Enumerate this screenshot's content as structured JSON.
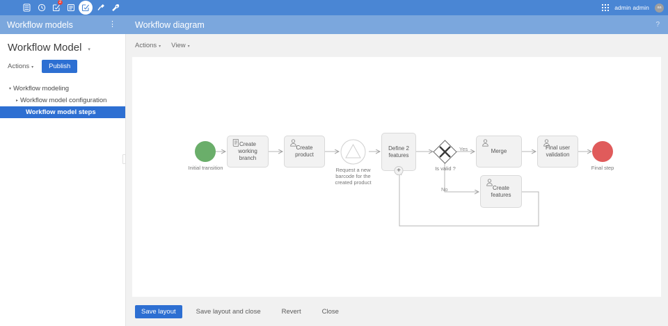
{
  "app_bar": {
    "icons": [
      {
        "name": "database-icon",
        "badge": null
      },
      {
        "name": "clock-icon",
        "badge": null
      },
      {
        "name": "checkbox-edit-icon",
        "badge": "2"
      },
      {
        "name": "document-lines-icon",
        "badge": null
      },
      {
        "name": "checkbox-circle-active-icon",
        "badge": null
      },
      {
        "name": "plug-icon",
        "badge": null
      },
      {
        "name": "wrench-icon",
        "badge": null
      }
    ],
    "grid_icon": "apps-grid-icon",
    "user_name": "admin admin",
    "avatar_initials": "aa"
  },
  "left_header": {
    "title": "Workflow models",
    "kebab": "⋮"
  },
  "right_header": {
    "title": "Workflow diagram",
    "help": "?"
  },
  "left_panel": {
    "model_title": "Workflow Model",
    "title_caret": "▾",
    "actions_label": "Actions",
    "actions_caret": "▾",
    "publish_label": "Publish",
    "tree": [
      {
        "label": "Workflow modeling",
        "level": 1,
        "twisty": "▾",
        "selected": false
      },
      {
        "label": "Workflow model configuration",
        "level": 2,
        "twisty": "▸",
        "selected": false
      },
      {
        "label": "Workflow model steps",
        "level": 3,
        "twisty": "",
        "selected": true
      }
    ]
  },
  "diagram_toolbar": {
    "actions_label": "Actions",
    "actions_caret": "▾",
    "view_label": "View",
    "view_caret": "▾"
  },
  "footer": {
    "save_layout": "Save layout",
    "save_layout_and_close": "Save layout and close",
    "revert": "Revert",
    "close": "Close"
  },
  "diagram": {
    "start_event": {
      "label": "Initial transition",
      "color": "#6aae6a"
    },
    "end_event": {
      "label": "Final step",
      "color": "#e05b5b"
    },
    "gateway": {
      "label": "Is valid ?"
    },
    "service_task": {
      "label": "Request a new\nbarcode for the\ncreated product"
    },
    "edge_labels": {
      "yes": "Yes",
      "no": "No"
    },
    "nodes": [
      {
        "id": "create-working-branch",
        "label": "Create\nworking branch",
        "icon": "script-task-icon"
      },
      {
        "id": "create-product",
        "label": "Create product",
        "icon": "user-task-icon"
      },
      {
        "id": "define-2-features",
        "label": "Define 2\nfeatures",
        "icon": null,
        "plus": "+"
      },
      {
        "id": "merge",
        "label": "Merge",
        "icon": "user-task-icon"
      },
      {
        "id": "final-user-validation",
        "label": "Final user\nvalidation",
        "icon": "user-task-icon"
      },
      {
        "id": "create-features",
        "label": "Create features",
        "icon": "user-task-icon"
      }
    ]
  },
  "colors": {
    "app_bar": "#4a86d4",
    "panel_header": "#7ba7dd",
    "accent": "#2d6fd2",
    "start_green": "#6aae6a",
    "end_red": "#e05b5b"
  }
}
